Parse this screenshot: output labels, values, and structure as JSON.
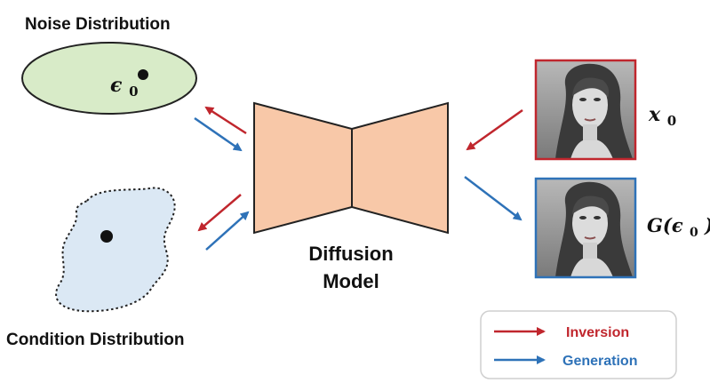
{
  "labels": {
    "noise_distribution": "Noise Distribution",
    "condition_distribution": "Condition Distribution",
    "model_line1": "Diffusion",
    "model_line2": "Model",
    "epsilon_symbol": "ϵ",
    "epsilon_sub": "0",
    "x_symbol": "x",
    "x_sub": "0",
    "g_label_prefix": "G(ϵ",
    "g_label_sub": "0",
    "g_label_suffix": ")"
  },
  "legend": {
    "inversion": "Inversion",
    "generation": "Generation"
  },
  "colors": {
    "inversion": "#c0262d",
    "generation": "#2e72b8",
    "model_fill": "#f8c8a8",
    "noise_fill": "#d8ebc8",
    "condition_fill": "#dbe8f4",
    "x0_frame": "#c0262d",
    "g_frame": "#2e72b8"
  },
  "icons": {
    "x0_image": "portrait-photo-icon",
    "g_image": "portrait-photo-icon"
  }
}
